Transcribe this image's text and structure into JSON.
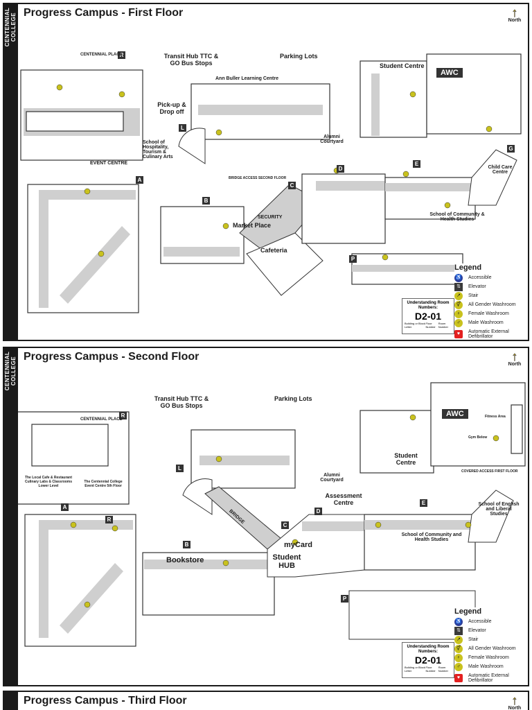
{
  "brand": "CENTENNIAL COLLEGE",
  "north_label": "North",
  "legend": {
    "title": "Legend",
    "items": [
      {
        "label": "Accessible",
        "icon": "accessible-icon",
        "color": "#2d3e9a"
      },
      {
        "label": "Elevator",
        "icon": "elevator-icon",
        "color": "#3a3a3a"
      },
      {
        "label": "Stair",
        "icon": "stair-icon",
        "color": "#c9c21e"
      },
      {
        "label": "All Gender Washroom",
        "icon": "all-gender-washroom-icon",
        "color": "#c9c21e"
      },
      {
        "label": "Female Washroom",
        "icon": "female-washroom-icon",
        "color": "#c9c21e"
      },
      {
        "label": "Male Washroom",
        "icon": "male-washroom-icon",
        "color": "#c9c21e"
      },
      {
        "label": "Automatic External Defibrillator",
        "icon": "defibrillator-icon",
        "color": "#e32020"
      }
    ]
  },
  "room_numbers": {
    "title": "Understanding Room Numbers:",
    "example": "D2-01",
    "parts": [
      "Building or Block Letter",
      "Floor Number",
      "Room Number"
    ]
  },
  "floors": [
    {
      "title": "Progress Campus - First Floor",
      "labels": {
        "transit": "Transit Hub TTC & GO Bus Stops",
        "parking": "Parking Lots",
        "ann_buller": "Ann Buller Learning Centre",
        "pickup": "Pick-up & Drop off",
        "student_centre": "Student Centre",
        "awc": "AWC",
        "alumni": "Alumni Courtyard",
        "event_centre": "EVENT CENTRE",
        "hospitality": "School of Hospitality, Tourism & Culinary Arts",
        "child_care": "Child Care Centre",
        "community": "School of Community & Health Studies",
        "market": "Market Place",
        "cafeteria": "Cafeteria",
        "security": "SECURITY",
        "centennial_place": "CENTENNIAL PLACE",
        "bridge": "BRIDGE ACCESS SECOND FLOOR"
      }
    },
    {
      "title": "Progress Campus - Second Floor",
      "labels": {
        "transit": "Transit Hub TTC & GO Bus Stops",
        "parking": "Parking Lots",
        "student_centre": "Student Centre",
        "awc": "AWC",
        "alumni": "Alumni Courtyard",
        "assessment": "Assessment Centre",
        "english": "School of English and Liberal Studies",
        "community": "School of Community and Health Studies",
        "bookstore": "Bookstore",
        "mycard": "myCard",
        "student_hub": "Student HUB",
        "bridge": "BRIDGE",
        "centennial_place": "CENTENNIAL PLACE",
        "local_cafe": "The Local Cafe & Restaurant Culinary Labs & Classrooms Lower Level",
        "room_event": "The Centennial College Event Centre 5th Floor",
        "fitness": "Fitness Area",
        "gym": "Gym Below",
        "covered": "COVERED ACCESS FIRST FLOOR"
      }
    },
    {
      "title": "Progress Campus - Third Floor"
    }
  ],
  "letters": [
    "R",
    "L",
    "A",
    "B",
    "C",
    "D",
    "E",
    "G",
    "P"
  ]
}
